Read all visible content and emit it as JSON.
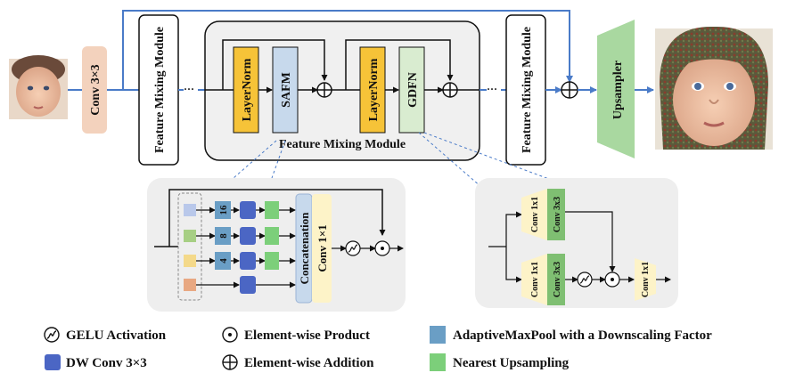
{
  "blocks": {
    "conv_in": "Conv 3×3",
    "fmm_1": "Feature Mixing Module",
    "fmm_2": "Feature Mixing Module",
    "fmm_main": "Feature Mixing Module",
    "layernorm_1": "LayerNorm",
    "safm": "SAFM",
    "layernorm_2": "LayerNorm",
    "gdfn": "GDFN",
    "upsampler": "Upsampler",
    "ellipsis": "···"
  },
  "safm_detail": {
    "factors": [
      "16",
      "8",
      "4"
    ],
    "concatenation": "Concatenation",
    "conv": "Conv 1×1"
  },
  "gdfn_detail": {
    "conv1x1_top": "Conv 1x1",
    "conv3x3_top": "Conv 3x3",
    "conv1x1_bottom": "Conv 1x1",
    "conv3x3_bottom": "Conv 3x3",
    "conv1x1_out": "Conv 1x1"
  },
  "legend": {
    "gelu": "GELU Activation",
    "product": "Element-wise Product",
    "pool": "AdaptiveMaxPool with a Downscaling Factor",
    "dwconv": "DW Conv 3×3",
    "addition": "Element-wise Addition",
    "upsampling": "Nearest Upsampling"
  },
  "colors": {
    "conv": "#f3d2bd",
    "layernorm": "#f6c338",
    "safm": "#c7d9ec",
    "gdfn": "#d9ecd0",
    "upsampler": "#a9d8a0",
    "arrow_blue": "#4a7bc8",
    "pool": "#6a9ec5",
    "dwconv": "#4b66c4",
    "green": "#7ccf7a",
    "panel": "#eeeeee",
    "concat": "#c7d9ec",
    "conv1x1": "#fdf3c8",
    "conv3x3_green": "#7fbf72"
  }
}
